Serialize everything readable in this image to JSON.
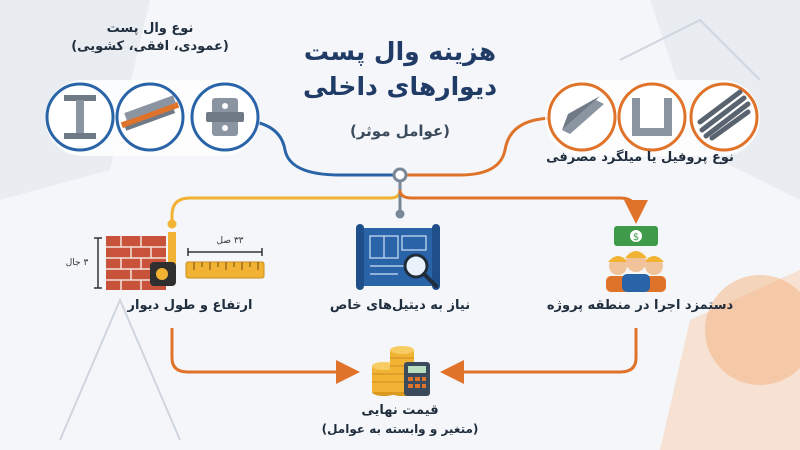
{
  "title": {
    "line1": "هزینه وال پست",
    "line2": "دیوارهای داخلی"
  },
  "subtitle": "(عوامل موثر)",
  "factors": {
    "wall_post_type": {
      "line1": "نوع وال پست",
      "line2": "(عمودی، افقی، کشویی)"
    },
    "profile_type": "نوع پروفیل یا میلگرد مصرفی",
    "height_length": "ارتفاع و طول دیوار",
    "special_details": "نیاز به دیتیل‌های خاص",
    "labor_cost": "دستمزد اجرا در منطقه پروژه"
  },
  "measurements": {
    "height": "۳ جال",
    "length": "۳۳ صل"
  },
  "result": {
    "line1": "قیمت نهایی",
    "line2": "(متغیر و وابسته به عوامل)"
  },
  "colors": {
    "blue": "#2a64a8",
    "orange": "#e0732a",
    "gray": "#7a8796",
    "yellow": "#f2b233",
    "navy": "#1f3b66"
  },
  "icons": [
    "i-beam-icon",
    "channel-icon",
    "bracket-icon",
    "angle-icon",
    "u-channel-icon",
    "rebar-icon",
    "brick-wall-icon",
    "tape-measure-icon",
    "ruler-icon",
    "blueprint-icon",
    "workers-icon",
    "coins-icon",
    "calculator-icon"
  ]
}
